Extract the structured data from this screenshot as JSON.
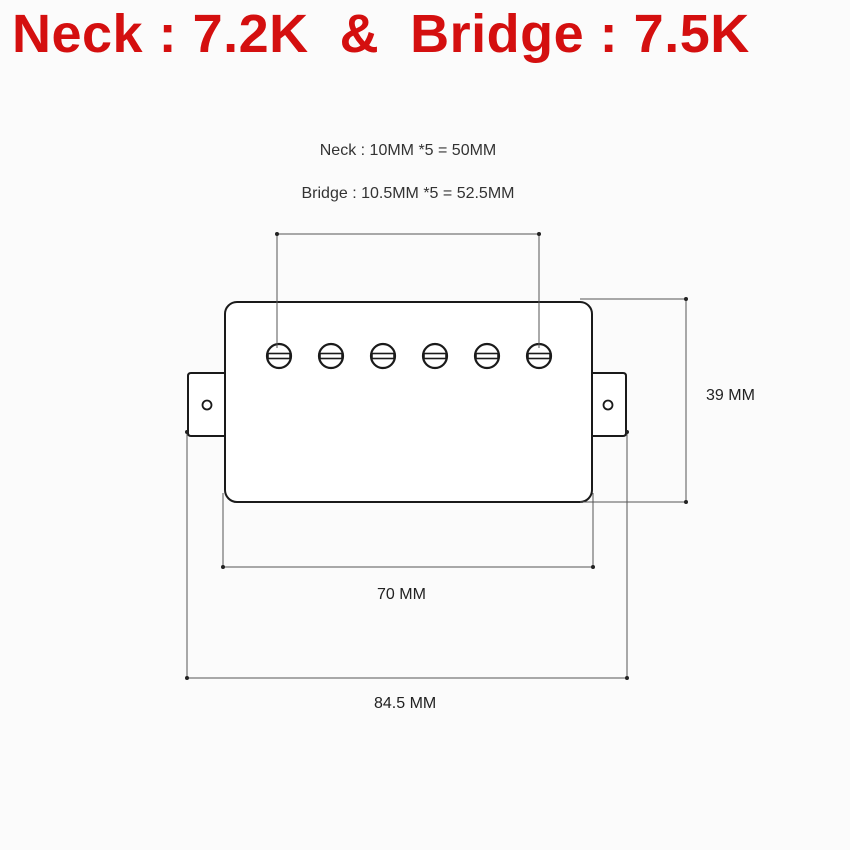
{
  "title": "Neck : 7.2K  &  Bridge : 7.5K",
  "colors": {
    "title": "#d40f0f",
    "line": "#1a1a1a",
    "dim_line": "#444444"
  },
  "spacing": {
    "neck": "Neck : 10MM *5 = 50MM",
    "bridge": "Bridge : 10.5MM *5 = 52.5MM"
  },
  "dimensions": {
    "height": "39 MM",
    "body_width": "70 MM",
    "total_width": "84.5 MM"
  },
  "pole_count": 6
}
